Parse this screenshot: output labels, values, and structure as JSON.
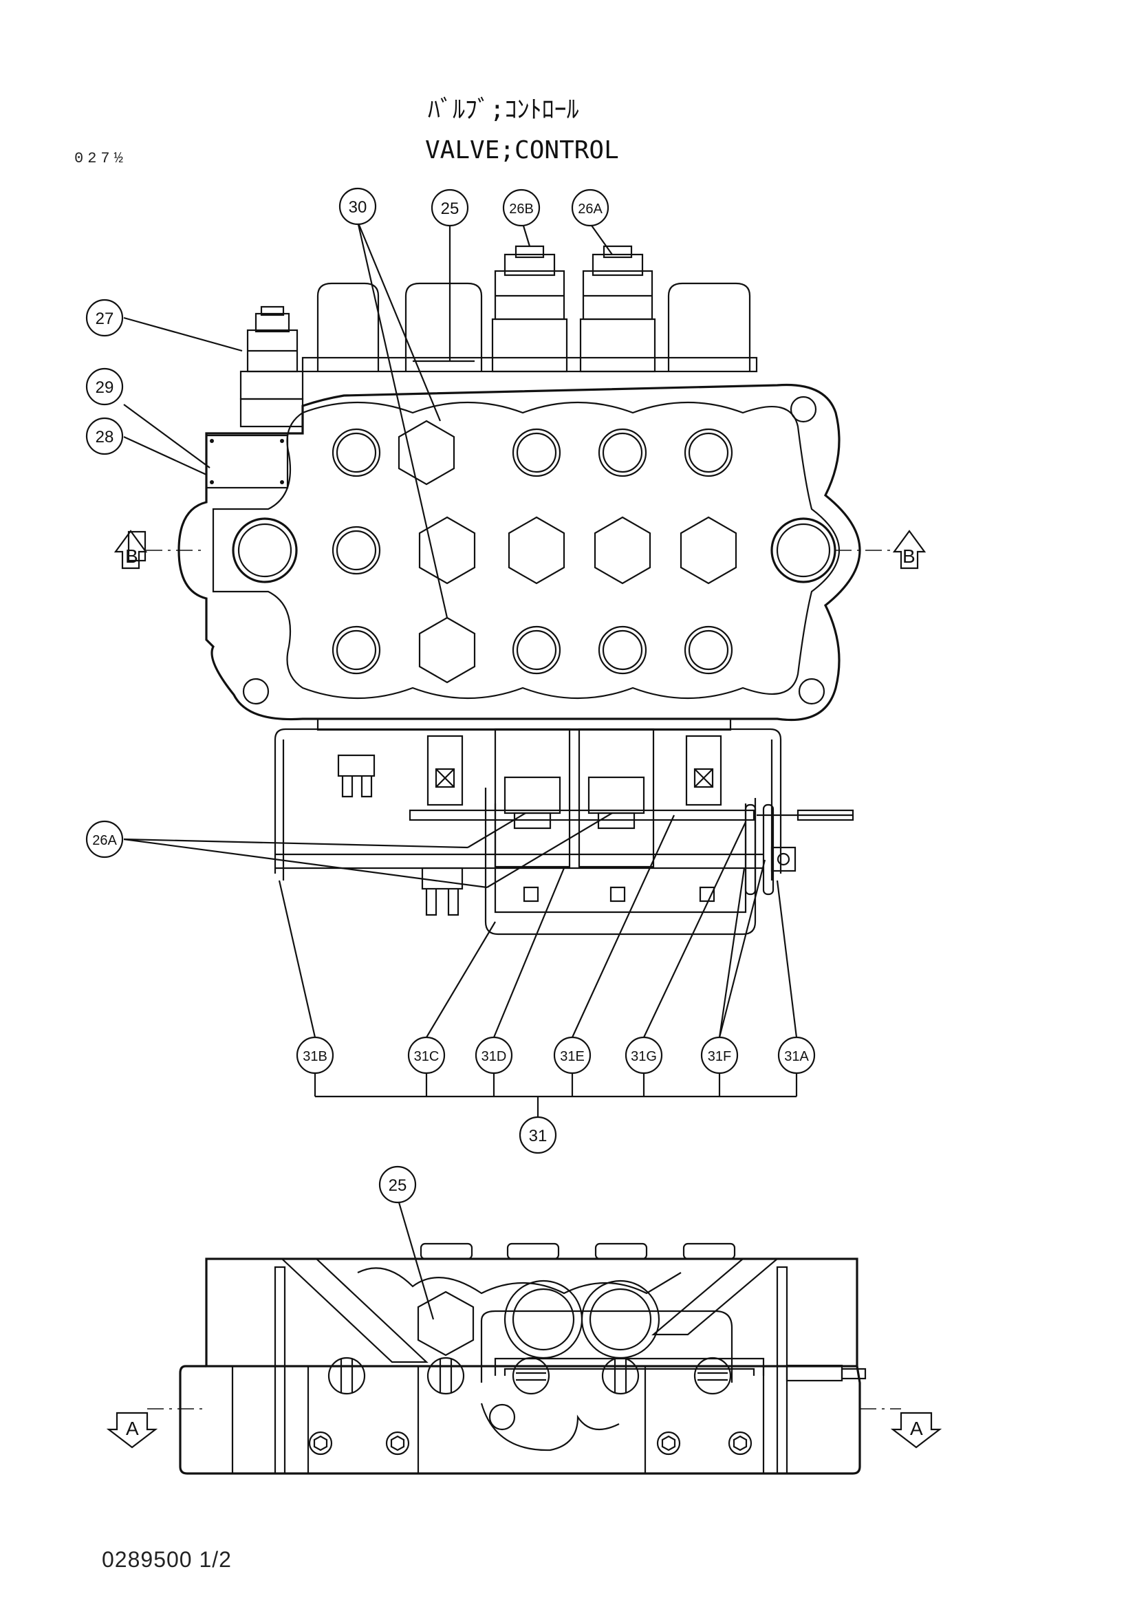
{
  "header": {
    "title_jp": "ﾊﾞﾙﾌﾞ;ｺﾝﾄﾛｰﾙ",
    "title_en": "VALVE;CONTROL",
    "page_code": "027½"
  },
  "footer": {
    "drawing_number": "0289500 1/2"
  },
  "views": {
    "section_b_left": "B",
    "section_b_right": "B",
    "section_a_left": "A",
    "section_a_right": "A"
  },
  "callouts": [
    {
      "id": "c30",
      "label": "30"
    },
    {
      "id": "c25",
      "label": "25"
    },
    {
      "id": "c26b",
      "label": "26B"
    },
    {
      "id": "c26a_top",
      "label": "26A"
    },
    {
      "id": "c27",
      "label": "27"
    },
    {
      "id": "c29",
      "label": "29"
    },
    {
      "id": "c28",
      "label": "28"
    },
    {
      "id": "c26a_mid",
      "label": "26A"
    },
    {
      "id": "c31b",
      "label": "31B"
    },
    {
      "id": "c31c",
      "label": "31C"
    },
    {
      "id": "c31d",
      "label": "31D"
    },
    {
      "id": "c31e",
      "label": "31E"
    },
    {
      "id": "c31g",
      "label": "31G"
    },
    {
      "id": "c31f",
      "label": "31F"
    },
    {
      "id": "c31a",
      "label": "31A"
    },
    {
      "id": "c31",
      "label": "31"
    },
    {
      "id": "c25_bottom",
      "label": "25"
    }
  ]
}
